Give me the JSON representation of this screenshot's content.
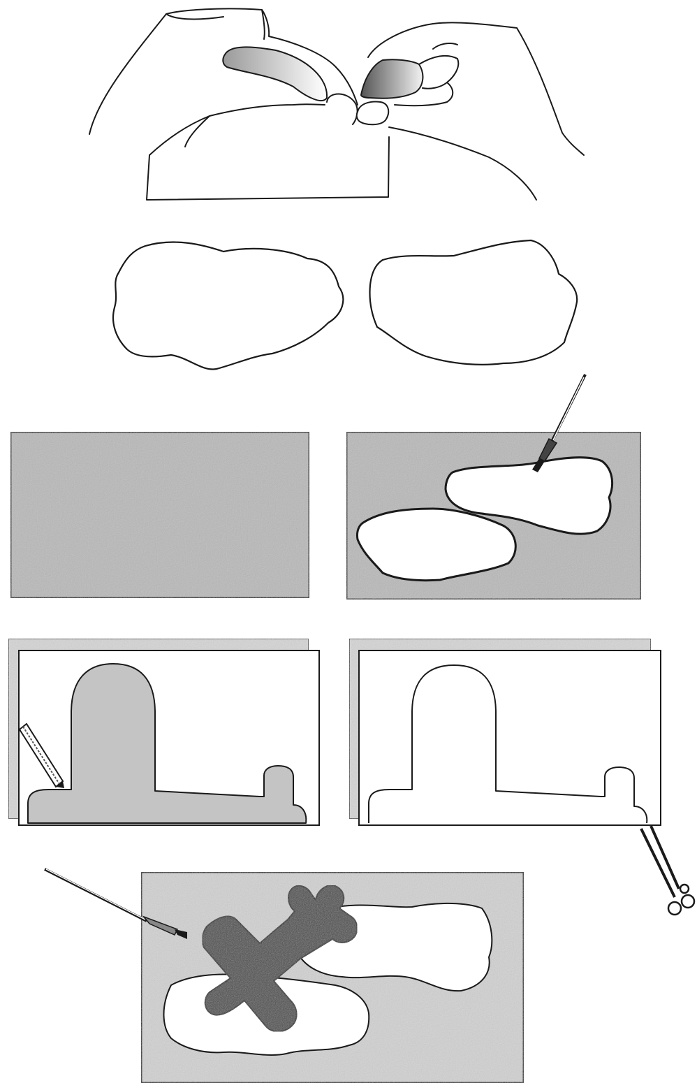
{
  "figure": {
    "steps": [
      {
        "name": "tear-paper",
        "depicts": "hands-tearing-paper"
      },
      {
        "name": "torn-cloud-shapes",
        "depicts": "two-cloud-cutouts"
      },
      {
        "name": "paint-background",
        "depicts": "blank-grey-board"
      },
      {
        "name": "paint-around-clouds",
        "depicts": "brush-painting-around-cloud-masks"
      },
      {
        "name": "stencil-drawn",
        "depicts": "pencil-drawing-on-paper-stack"
      },
      {
        "name": "stencil-cut",
        "depicts": "scissors-cutting-stencil"
      },
      {
        "name": "paint-airplane",
        "depicts": "brush-painting-airplane-silhouette"
      }
    ]
  },
  "colors": {
    "ink": "#1a1a1a",
    "board_grey": "#b9b9b9",
    "stencil_grey": "#c4c4c4",
    "plane_dark": "#4a4a4a",
    "paper": "#ffffff"
  },
  "icons": [
    "hands-icon",
    "paintbrush-icon",
    "pencil-icon",
    "scissors-icon",
    "airplane-icon"
  ]
}
